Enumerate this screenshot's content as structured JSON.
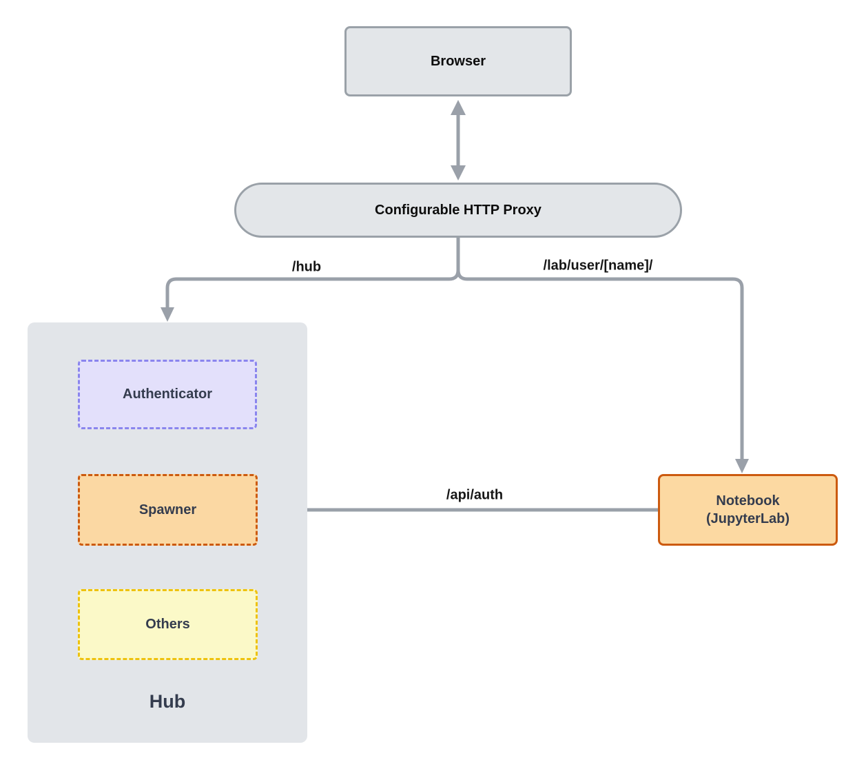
{
  "nodes": {
    "browser": {
      "label": "Browser"
    },
    "proxy": {
      "label": "Configurable HTTP Proxy"
    },
    "hub": {
      "label": "Hub"
    },
    "authenticator": {
      "label": "Authenticator"
    },
    "spawner": {
      "label": "Spawner"
    },
    "others": {
      "label": "Others"
    },
    "notebook": {
      "label_line1": "Notebook",
      "label_line2": "(JupyterLab)"
    }
  },
  "edges": {
    "proxy_hub": {
      "label": "/hub"
    },
    "proxy_notebook": {
      "label": "/lab/user/[name]/"
    },
    "notebook_spawner": {
      "label": "/api/auth"
    }
  },
  "colors": {
    "connector_gray": "#9aa0a9",
    "gray_node_fill": "#e3e6e9",
    "gray_node_border": "#9aa1a8",
    "hub_container_fill": "#e2e5e9",
    "authenticator_fill": "#e3e0fb",
    "authenticator_border": "#8a85ee",
    "spawner_fill": "#fbd8a3",
    "notebook_fill": "#fcd9a2",
    "orange_border": "#cc5a0f",
    "others_fill": "#fbf9c8",
    "others_border": "#eec20e",
    "dark_slate_text": "#343c4e",
    "black_text": "#0d0d0d"
  }
}
